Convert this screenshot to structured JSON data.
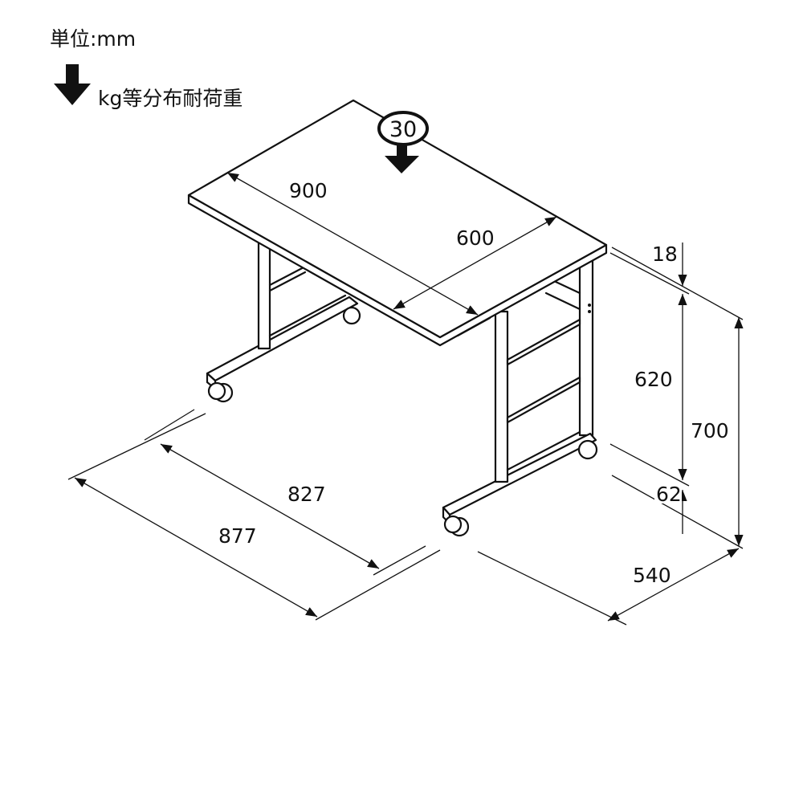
{
  "legend": {
    "unit_label": "単位:mm",
    "load_label": "kg等分布耐荷重"
  },
  "load_badge": {
    "value": "30"
  },
  "dimensions": {
    "width": "900",
    "depth": "600",
    "top_thickness": "18",
    "leg_clearance": "620",
    "caster_height": "62",
    "total_height": "700",
    "base_depth": "540",
    "inner_base_width": "827",
    "outer_base_width": "877"
  },
  "colors": {
    "ink": "#111111",
    "background": "#ffffff"
  }
}
